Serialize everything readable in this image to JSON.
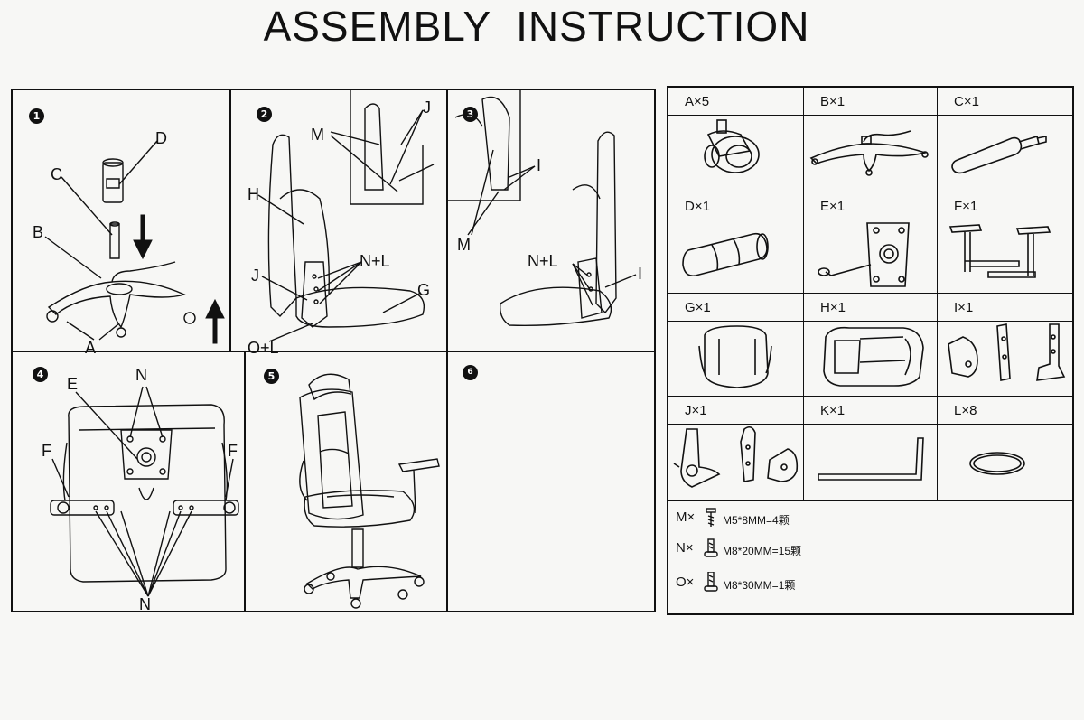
{
  "title": "ASSEMBLY INSTRUCTION",
  "steps": [
    {
      "number": "1",
      "labels": {
        "D": "D",
        "C": "C",
        "B": "B",
        "A": "A"
      }
    },
    {
      "number": "2",
      "labels": {
        "M": "M",
        "J_top": "J",
        "H": "H",
        "NL": "N+L",
        "J": "J",
        "G": "G",
        "OL": "O+L"
      }
    },
    {
      "number": "3",
      "labels": {
        "I_top": "I",
        "M": "M",
        "NL": "N+L",
        "I": "I"
      }
    },
    {
      "number": "4",
      "labels": {
        "E": "E",
        "N_top": "N",
        "F_left": "F",
        "F_right": "F",
        "N_bottom": "N"
      }
    },
    {
      "number": "5"
    },
    {
      "number": "6"
    }
  ],
  "parts": [
    {
      "qty": "A×5",
      "icon": "caster-wheel-icon"
    },
    {
      "qty": "B×1",
      "icon": "star-base-icon"
    },
    {
      "qty": "C×1",
      "icon": "gas-lift-icon"
    },
    {
      "qty": "D×1",
      "icon": "gas-lift-cover-icon"
    },
    {
      "qty": "E×1",
      "icon": "tilt-mechanism-icon"
    },
    {
      "qty": "F×1",
      "icon": "armrest-pair-icon"
    },
    {
      "qty": "G×1",
      "icon": "seat-cushion-icon"
    },
    {
      "qty": "H×1",
      "icon": "backrest-icon"
    },
    {
      "qty": "I×1",
      "icon": "bracket-set-icon"
    },
    {
      "qty": "J×1",
      "icon": "recline-bracket-icon"
    },
    {
      "qty": "K×1",
      "icon": "allen-key-icon"
    },
    {
      "qty": "L×8",
      "icon": "washer-ring-icon"
    }
  ],
  "screws": [
    {
      "code": "M×",
      "spec": "M5*8MM=4颗"
    },
    {
      "code": "N×",
      "spec": "M8*20MM=15颗"
    },
    {
      "code": "O×",
      "spec": "M8*30MM=1颗"
    }
  ]
}
